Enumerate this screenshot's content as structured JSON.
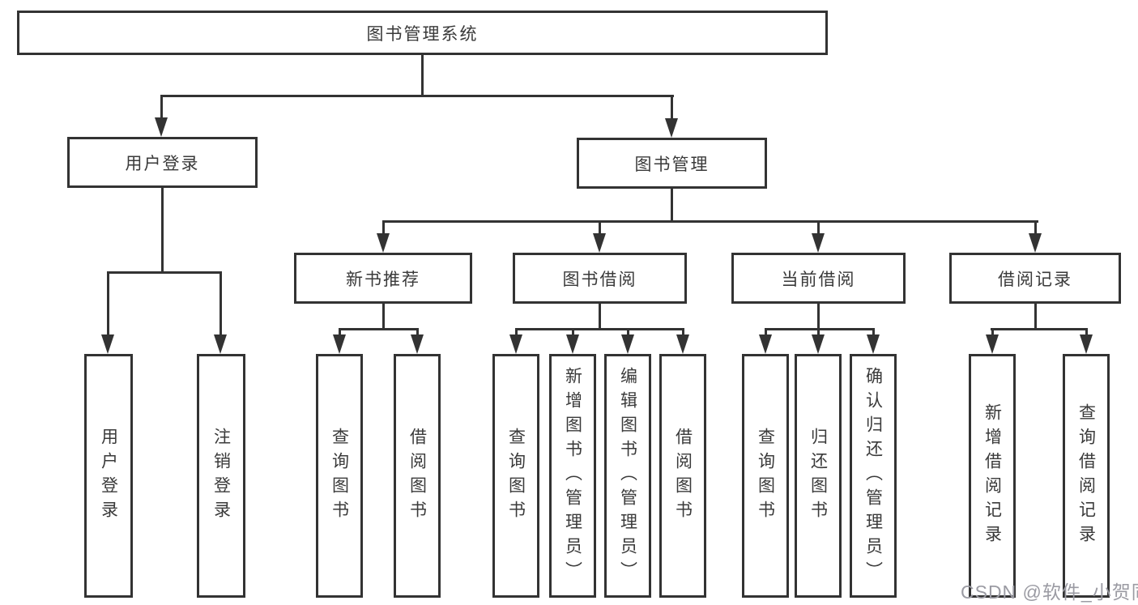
{
  "tree": {
    "root": "图书管理系统",
    "l2": [
      {
        "label": "用户登录",
        "children": [
          "用户登录",
          "注销登录"
        ]
      },
      {
        "label": "图书管理"
      }
    ],
    "l3": [
      {
        "label": "新书推荐",
        "children": [
          "查询图书",
          "借阅图书"
        ]
      },
      {
        "label": "图书借阅",
        "children": [
          "查询图书",
          "新增图书（管理员）",
          "编辑图书（管理员）",
          "借阅图书"
        ]
      },
      {
        "label": "当前借阅",
        "children": [
          "查询图书",
          "归还图书",
          "确认归还（管理员）"
        ]
      },
      {
        "label": "借阅记录",
        "children": [
          "新增借阅记录",
          "查询借阅记录"
        ]
      }
    ]
  },
  "watermark": {
    "text": "CSDN @软件_小贺同学"
  },
  "colors": {
    "line": "#333333",
    "text": "#3a3a3a",
    "background": "#ffffff",
    "watermark": "#9b9ba3"
  }
}
